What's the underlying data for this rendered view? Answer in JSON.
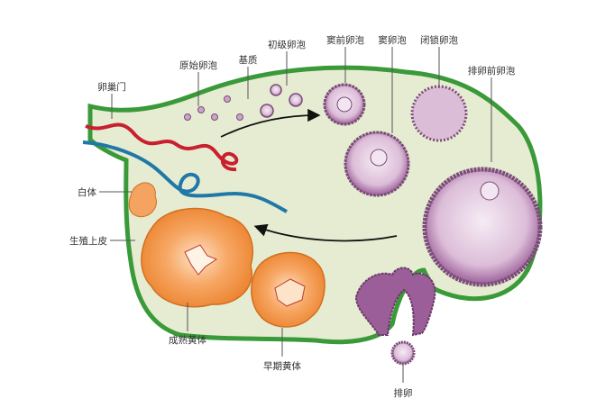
{
  "labels": {
    "hilum": "卵巢门",
    "primordial": "原始卵泡",
    "stroma": "基质",
    "primary": "初级卵泡",
    "preantral": "窦前卵泡",
    "antral": "窦卵泡",
    "atretic": "闭锁卵泡",
    "preovulatory": "排卵前卵泡",
    "corpus_albicans": "白体",
    "germinal_epithelium": "生殖上皮",
    "mature_corpus_luteum": "成熟黄体",
    "early_corpus_luteum": "早期黄体",
    "ovulation": "排卵"
  },
  "colors": {
    "stroma": "#e6ecd2",
    "border": "#3a9a3a",
    "follicle": "#b57bb0",
    "luteum": "#f0923a",
    "artery": "#c8202e",
    "vein": "#1f78a8"
  }
}
